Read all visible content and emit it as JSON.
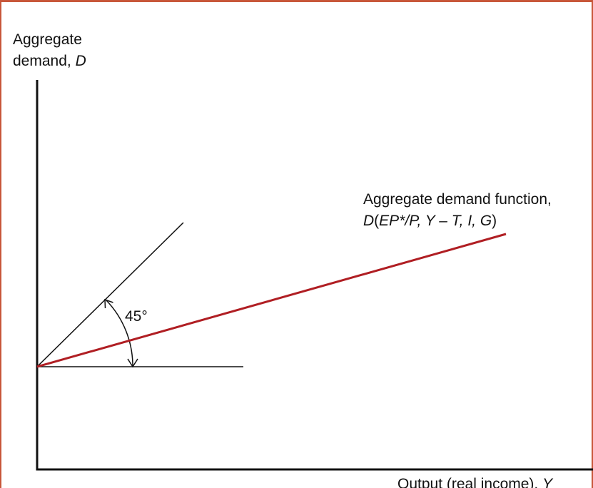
{
  "chart_data": {
    "type": "line",
    "ylabel_line1": "Aggregate",
    "ylabel_line2_prefix": "demand, ",
    "ylabel_symbol": "D",
    "xlabel_prefix": "Output (real income), ",
    "xlabel_symbol": "Y",
    "series": [
      {
        "name_line1": "Aggregate demand function,",
        "name_line2": {
          "p1": "D",
          "p2": "(",
          "p3": "EP*/P, Y – T, I, G",
          "p4": ")"
        },
        "color": "#b01e23"
      }
    ],
    "reference_line_label": "45°",
    "colors": {
      "frame": "#c8573a",
      "demand_line": "#b01e23",
      "axes": "#111111"
    }
  }
}
